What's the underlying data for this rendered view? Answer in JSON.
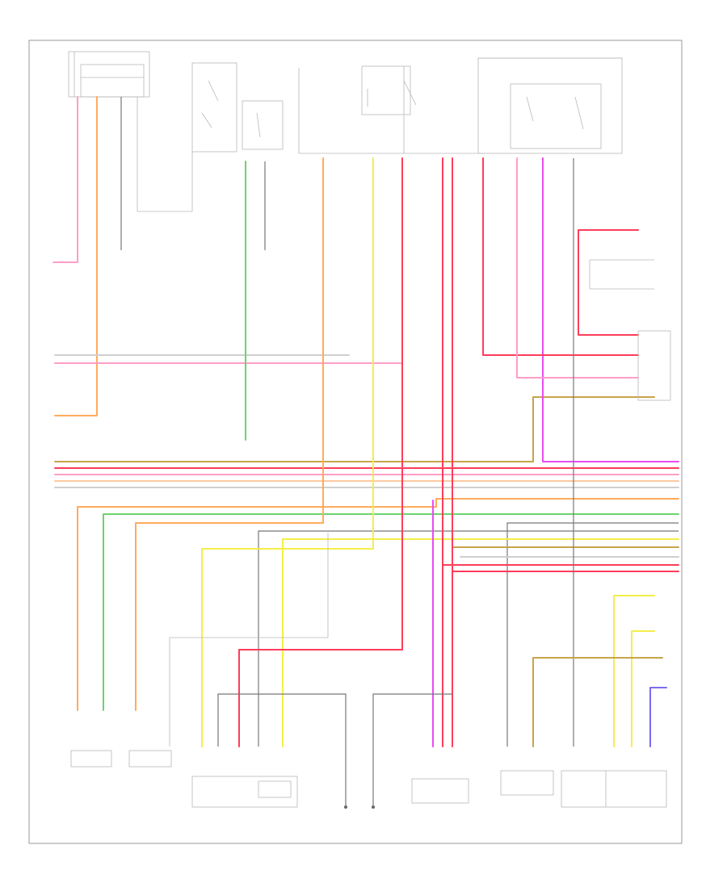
{
  "page_id": "",
  "colors": {
    "pink": "#ff9ec8",
    "magenta": "#e84cf0",
    "red": "#ff3d5a",
    "orange": "#ffab5c",
    "yellow": "#f4ee4a",
    "green": "#6cd36c",
    "olive": "#c8a44a",
    "gray": "#8c8c8c",
    "light_gray": "#cfcfcf",
    "violet": "#7a6cf0",
    "frame": "#9a9a9a"
  },
  "components": [
    {
      "id": "fuse-block",
      "label": ""
    },
    {
      "id": "hot-in-run-1",
      "label": ""
    },
    {
      "id": "hot-in-run-2",
      "label": ""
    },
    {
      "id": "hot-in-run-3",
      "label": ""
    },
    {
      "id": "underhood-relay-center",
      "label": ""
    },
    {
      "id": "right-connector-block",
      "label": ""
    },
    {
      "id": "relay-switch",
      "label": ""
    },
    {
      "id": "left-sensor-1",
      "label": ""
    },
    {
      "id": "left-sensor-2",
      "label": ""
    },
    {
      "id": "control-module",
      "label": ""
    },
    {
      "id": "ground-point-1",
      "label": ""
    },
    {
      "id": "ground-point-2",
      "label": ""
    },
    {
      "id": "center-module",
      "label": ""
    },
    {
      "id": "right-module",
      "label": ""
    },
    {
      "id": "right-sensor",
      "label": ""
    }
  ]
}
